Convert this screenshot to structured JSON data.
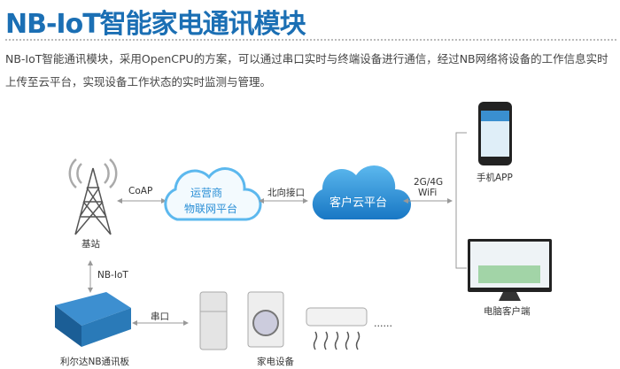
{
  "title": "NB-IoT智能家电通讯模块",
  "description": "NB-IoT智能通讯模块，采用OpenCPU的方案，可以通过串口实时与终端设备进行通信，经过NB网络将设备的工作信息实时上传至云平台，实现设备工作状态的实时监测与管理。",
  "diagram": {
    "base_station": "基站",
    "coap": "CoAP",
    "operator_cloud": [
      "运营商",
      "物联网平台"
    ],
    "northbound": "北向接口",
    "customer_cloud": "客户云平台",
    "wireless": [
      "2G/4G",
      "WiFi"
    ],
    "phone_app": "手机APP",
    "pc_client": "电脑客户端",
    "nbiot": "NB-IoT",
    "serial": "串口",
    "board": "利尔达NB通讯板",
    "appliances": "家电设备",
    "ellipsis": "……"
  },
  "colors": {
    "title": "#1b6fb4",
    "cloud": "#2a8fd6",
    "arrow": "#999999"
  }
}
